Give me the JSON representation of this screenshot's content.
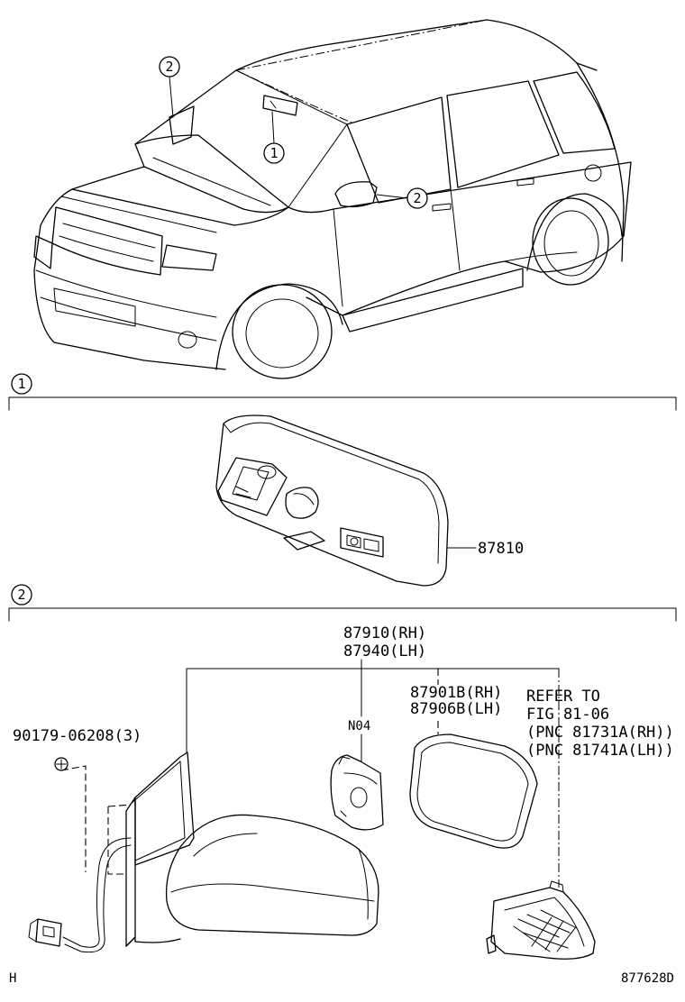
{
  "callouts": {
    "section_1": "1",
    "section_2": "2"
  },
  "parts": {
    "inner_mirror": "87810",
    "outer_mirror_rh": "87910(RH)",
    "outer_mirror_lh": "87940(LH)",
    "mirror_glass_rh": "87901B(RH)",
    "mirror_glass_lh": "87906B(LH)",
    "motor": "N04",
    "screw": "90179-06208(3)",
    "refer_line1": "REFER TO",
    "refer_line2": "FIG 81-06",
    "refer_line3": "(PNC 81731A(RH))",
    "refer_line4": "(PNC 81741A(LH))"
  },
  "footer": {
    "left_code": "H",
    "figure_number": "877628D"
  }
}
